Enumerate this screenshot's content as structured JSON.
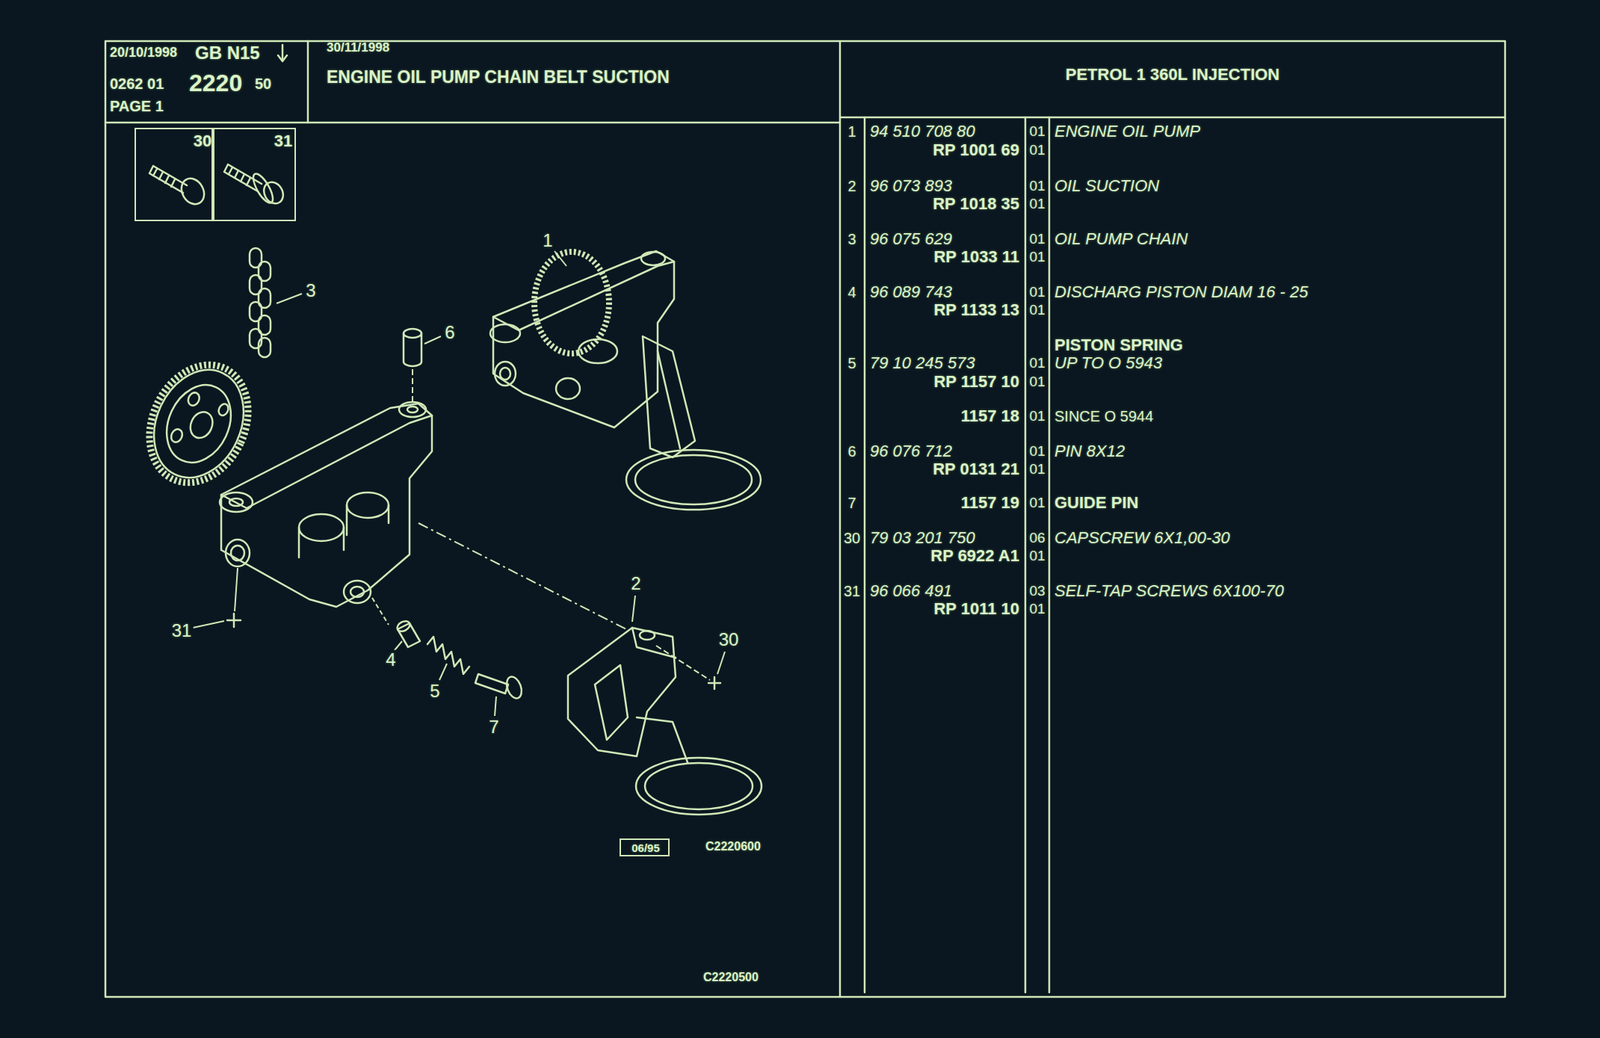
{
  "diagram": {
    "title": "ENGINE OIL PUMP CHAIN BELT SUCTION",
    "nodes": [
      {
        "text": [
          "20/10/1998",
          "GB N15",
          "0262 01",
          "2220",
          "50",
          "PAGE 1"
        ]
      },
      {
        "text": [
          "30/11/1998"
        ]
      },
      {
        "text": [
          "PETROL 1 360L INJECTION"
        ]
      },
      {
        "text": [
          "30"
        ]
      },
      {
        "text": [
          "31"
        ]
      },
      {
        "text": [
          "06/95"
        ]
      }
    ],
    "labels": [
      "1",
      "3",
      "6",
      "2",
      "30",
      "31",
      "4",
      "5",
      "7",
      "C2220600",
      "C2220500",
      "1",
      "94 510 708 80",
      "01",
      "ENGINE OIL PUMP",
      "RP 1001 69",
      "01",
      "2",
      "96 073 893",
      "01",
      "OIL SUCTION",
      "RP 1018 35",
      "01",
      "3",
      "96 075 629",
      "01",
      "OIL PUMP CHAIN",
      "RP 1033 11",
      "01",
      "4",
      "96 089 743",
      "01",
      "DISCHARG PISTON DIAM 16 - 25",
      "RP 1133 13",
      "01",
      "PISTON SPRING",
      "5",
      "79 10 245 573",
      "01",
      "UP TO O 5943",
      "RP 1157 10",
      "01",
      "1157 18",
      "01",
      "SINCE O 5944",
      "6",
      "96 076 712",
      "01",
      "PIN 8X12",
      "RP 0131 21",
      "01",
      "7",
      "1157 19",
      "01",
      "GUIDE PIN",
      "30",
      "79 03 201 750",
      "06",
      "CAPSCREW 6X1,00-30",
      "RP 6922 A1",
      "01",
      "31",
      "96 066 491",
      "03",
      "SELF-TAP SCREWS 6X100-70",
      "RP 1011 10",
      "01"
    ]
  }
}
